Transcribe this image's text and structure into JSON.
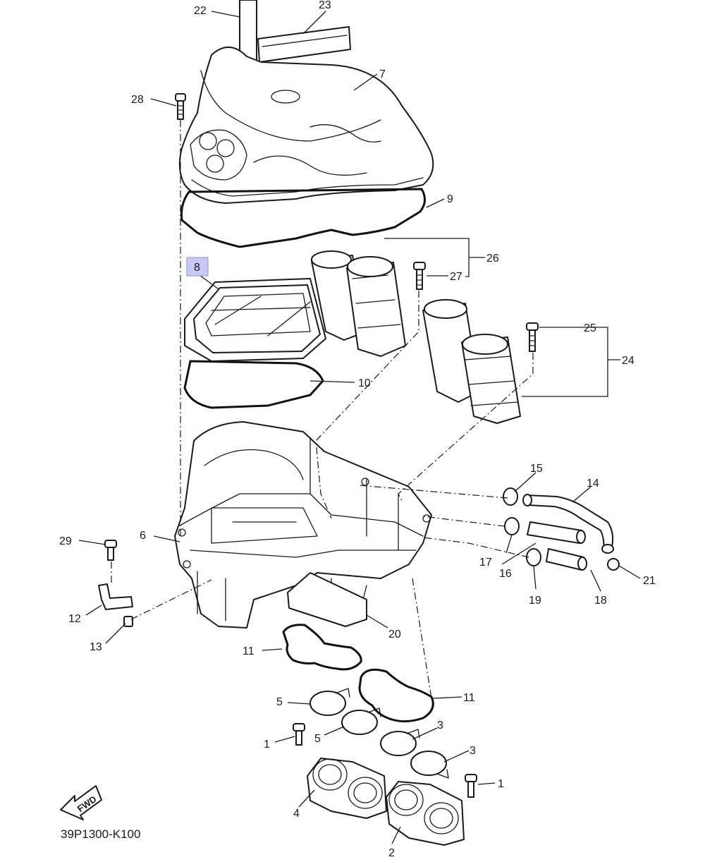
{
  "diagram_code": "39P1300-K100",
  "direction_label": "FWD",
  "highlighted_part": "8",
  "highlight_color": "#c9c9f5",
  "callouts": {
    "c1a": "1",
    "c1b": "1",
    "c2": "2",
    "c3a": "3",
    "c3b": "3",
    "c4": "4",
    "c5a": "5",
    "c5b": "5",
    "c6": "6",
    "c7": "7",
    "c8": "8",
    "c9": "9",
    "c10": "10",
    "c11a": "11",
    "c11b": "11",
    "c12": "12",
    "c13": "13",
    "c14": "14",
    "c15": "15",
    "c16": "16",
    "c17": "17",
    "c18": "18",
    "c19": "19",
    "c20": "20",
    "c21": "21",
    "c22": "22",
    "c23": "23",
    "c24": "24",
    "c25": "25",
    "c26": "26",
    "c27": "27",
    "c28": "28",
    "c29": "29"
  }
}
